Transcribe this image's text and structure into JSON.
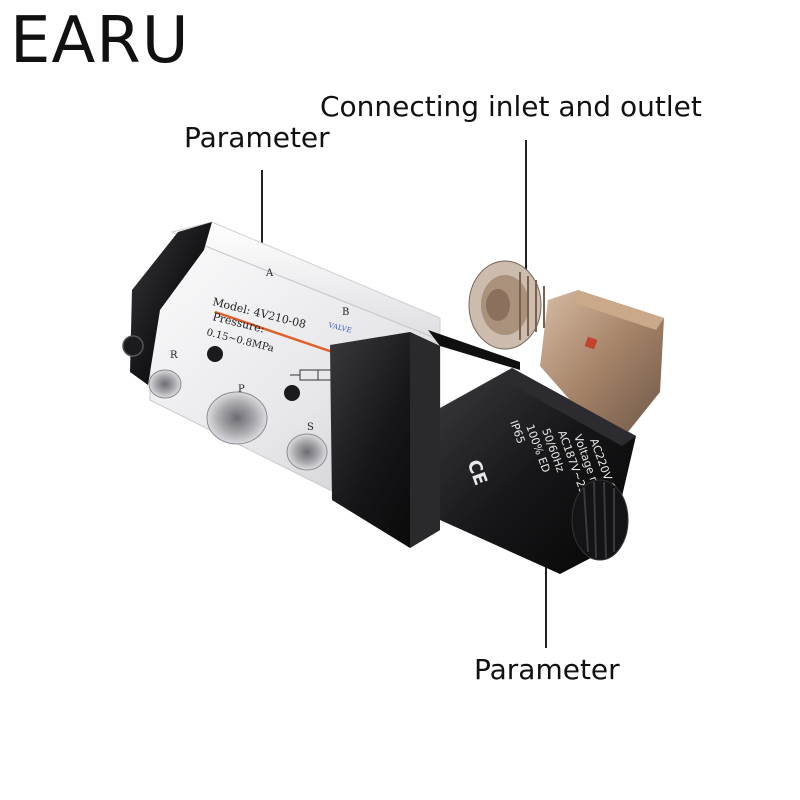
{
  "brand": {
    "text": "EARU"
  },
  "callouts": {
    "inlet_outlet": "Connecting inlet and outlet",
    "parameter_top": "Parameter",
    "parameter_bottom": "Parameter"
  },
  "valve_body": {
    "port_a": "A",
    "port_b": "B",
    "port_r": "R",
    "port_p": "P",
    "port_s": "S",
    "model_line": "Model: 4V210-08",
    "pressure_line": "Pressure:",
    "pressure_range": "0.15~0.8MPa",
    "valve_word": "VALVE"
  },
  "coil": {
    "line1": "AC220V  6.0VA",
    "line2": "Voltage range",
    "line3": "AC187V~253V",
    "line4": "50/60Hz",
    "line5": "100% ED",
    "line6": "IP65",
    "ce_mark": "CE"
  },
  "colors": {
    "aluminum": "#e8e8ea",
    "black_part": "#1a1a1c",
    "amber_cover": "#b08a6a",
    "red_stripe": "#e0602a"
  }
}
